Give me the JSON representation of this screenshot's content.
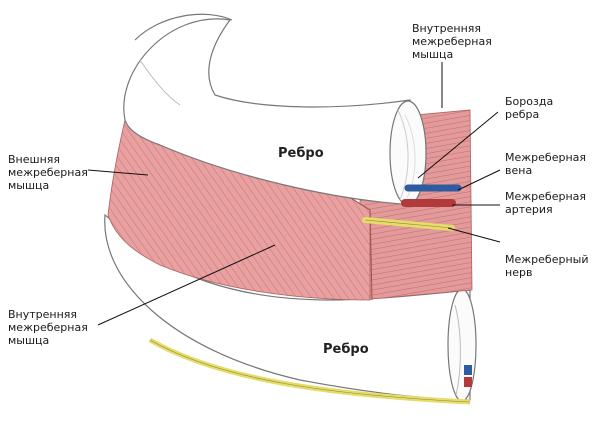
{
  "labels": {
    "internal_muscle_top": "Внутренняя\nмежреберная\nмышца",
    "groove": "Борозда\nребра",
    "vein": "Межреберная\nвена",
    "artery": "Межреберная\nартерия",
    "nerve": "Межреберный\nнерв",
    "external_muscle": "Внешняя\nмежреберная\nмышца",
    "internal_muscle_bottom": "Внутренняя\nмежреберная\nмышца",
    "rib_upper": "Ребро",
    "rib_lower": "Ребро"
  },
  "colors": {
    "muscle": "#e8a0a0",
    "muscle_dark": "#c97474",
    "vein": "#2f5c9e",
    "artery": "#b33a3a",
    "nerve": "#e6dc6a",
    "bone": "#ffffff",
    "outline": "#777777"
  }
}
